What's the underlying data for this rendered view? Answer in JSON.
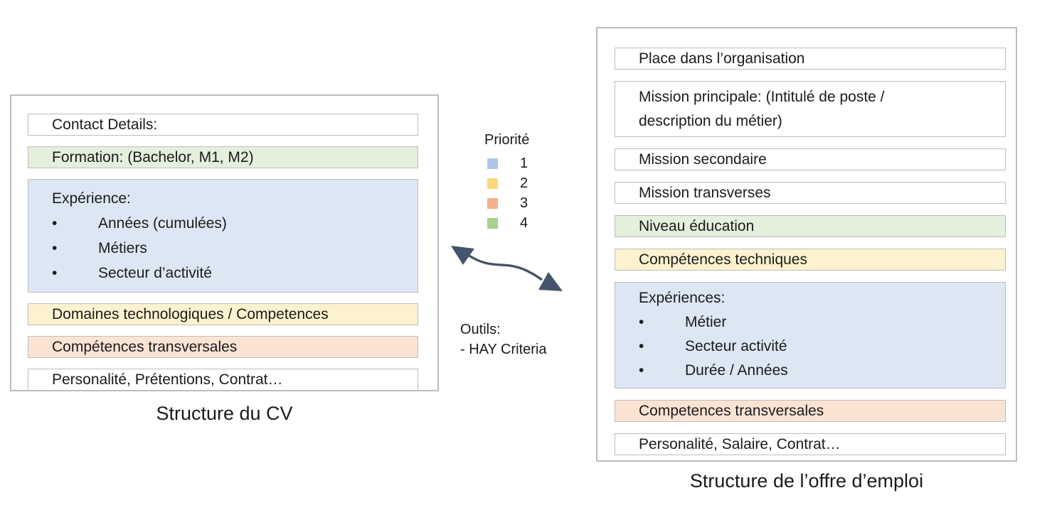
{
  "cv_panel": {
    "title": "Structure du CV",
    "rows": [
      {
        "text": "Contact Details:",
        "priority": null
      },
      {
        "text": "Formation: (Bachelor, M1, M2)",
        "priority": 4
      },
      {
        "header": "Expérience:",
        "items": [
          "Années (cumulées)",
          "Métiers",
          "Secteur d’activité"
        ],
        "priority": 1
      },
      {
        "text": "Domaines technologiques / Competences",
        "priority": 2
      },
      {
        "text": "Compétences transversales",
        "priority": 3
      },
      {
        "text": "Personalité, Prétentions, Contrat…",
        "priority": null
      }
    ]
  },
  "offer_panel": {
    "title": "Structure de l’offre d’emploi",
    "rows": [
      {
        "text": "Place dans l’organisation",
        "priority": null
      },
      {
        "text": "Mission principale: (Intitulé de poste / description du métier)",
        "priority": null,
        "tall": true
      },
      {
        "text": "Mission secondaire",
        "priority": null
      },
      {
        "text": "Mission transverses",
        "priority": null
      },
      {
        "text": "Niveau éducation",
        "priority": 4
      },
      {
        "text": "Compétences techniques",
        "priority": 2
      },
      {
        "header": "Expériences:",
        "items": [
          "Métier",
          "Secteur activité",
          "Durée / Années"
        ],
        "priority": 1
      },
      {
        "text": "Competences transversales",
        "priority": 3
      },
      {
        "text": "Personalité, Salaire, Contrat…",
        "priority": null
      }
    ]
  },
  "legend": {
    "title": "Priorité",
    "items": [
      {
        "label": "1",
        "color": "#aec6e8"
      },
      {
        "label": "2",
        "color": "#fbd876"
      },
      {
        "label": "3",
        "color": "#f3b18c"
      },
      {
        "label": "4",
        "color": "#a9d08e"
      }
    ]
  },
  "tools": {
    "label": "Outils:",
    "item": "- HAY Criteria"
  },
  "priority_fills": {
    "1": "#dce7f3",
    "2": "#fdf2cf",
    "3": "#fbe3d4",
    "4": "#e4efdc"
  },
  "bullet_char": "•",
  "arrow_color": "#44546a"
}
